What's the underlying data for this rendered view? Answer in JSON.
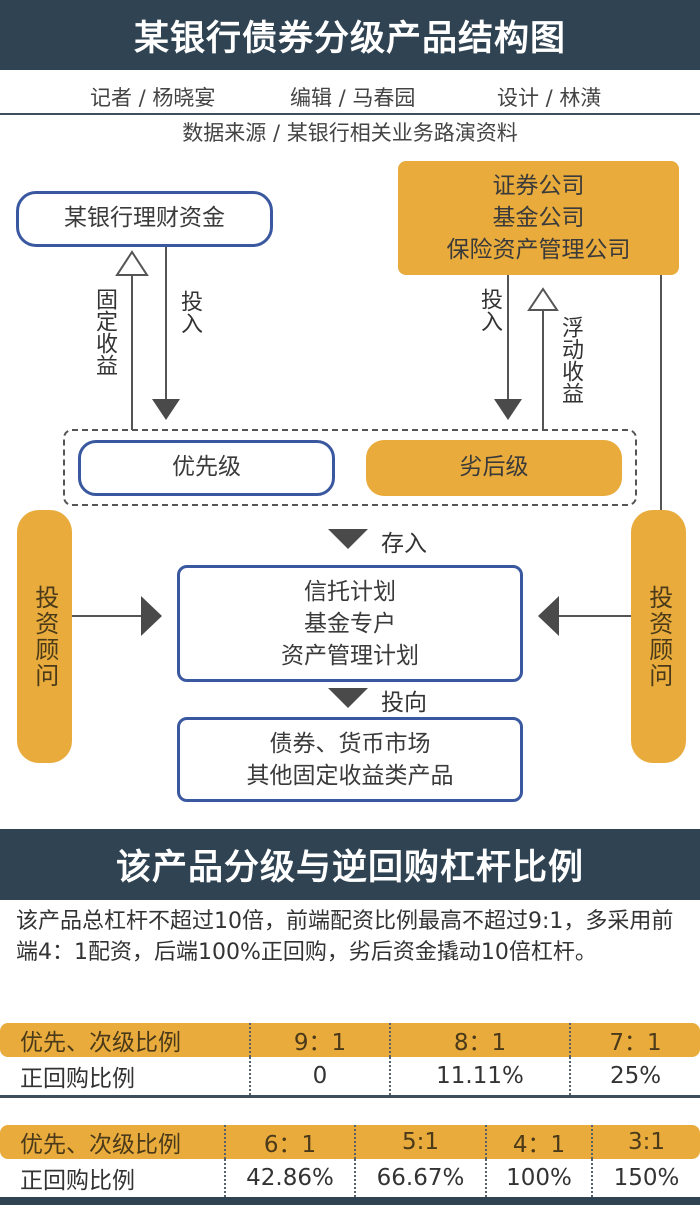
{
  "header": {
    "title": "某银行债券分级产品结构图"
  },
  "credits": {
    "reporter": "记者 / 杨晓宴",
    "editor": "编辑 / 马春园",
    "designer": "设计 / 林潢",
    "source": "数据来源 / 某银行相关业务路演资料"
  },
  "diagram": {
    "bank_funds": "某银行理财资金",
    "institutions": [
      "证券公司",
      "基金公司",
      "保险资产管理公司"
    ],
    "left_down_label": "投入",
    "left_up_label": "固定收益",
    "right_down_label": "投入",
    "right_up_label": "浮动收益",
    "senior_tranche": "优先级",
    "junior_tranche": "劣后级",
    "deposit_label": "存入",
    "vehicles": [
      "信托计划",
      "基金专户",
      "资产管理计划"
    ],
    "invest_label": "投向",
    "targets": [
      "债券、货币市场",
      "其他固定收益类产品"
    ],
    "left_advisor": "投资顾问",
    "right_advisor": "投资顾问"
  },
  "section2": {
    "title": "该产品分级与逆回购杠杆比例",
    "intro": "该产品总杠杆不超过10倍，前端配资比例最高不超过9:1，多采用前端4：1配资，后端100%正回购，劣后资金撬动10倍杠杆。"
  },
  "colors": {
    "header_bg": "#2f4352",
    "accent_gold": "#e8ab3c",
    "box_border_blue": "#3a58a0",
    "arrow_dark": "#4a4a4a"
  },
  "chart_data": {
    "type": "table",
    "title": "该产品分级与逆回购杠杆比例",
    "tables": [
      {
        "header_label": "优先、次级比例",
        "row_label": "正回购比例",
        "columns": [
          "9：1",
          "8：1",
          "7：1"
        ],
        "values": [
          "0",
          "11.11%",
          "25%"
        ]
      },
      {
        "header_label": "优先、次级比例",
        "row_label": "正回购比例",
        "columns": [
          "6：1",
          "5:1",
          "4：1",
          "3:1"
        ],
        "values": [
          "42.86%",
          "66.67%",
          "100%",
          "150%"
        ]
      }
    ]
  }
}
